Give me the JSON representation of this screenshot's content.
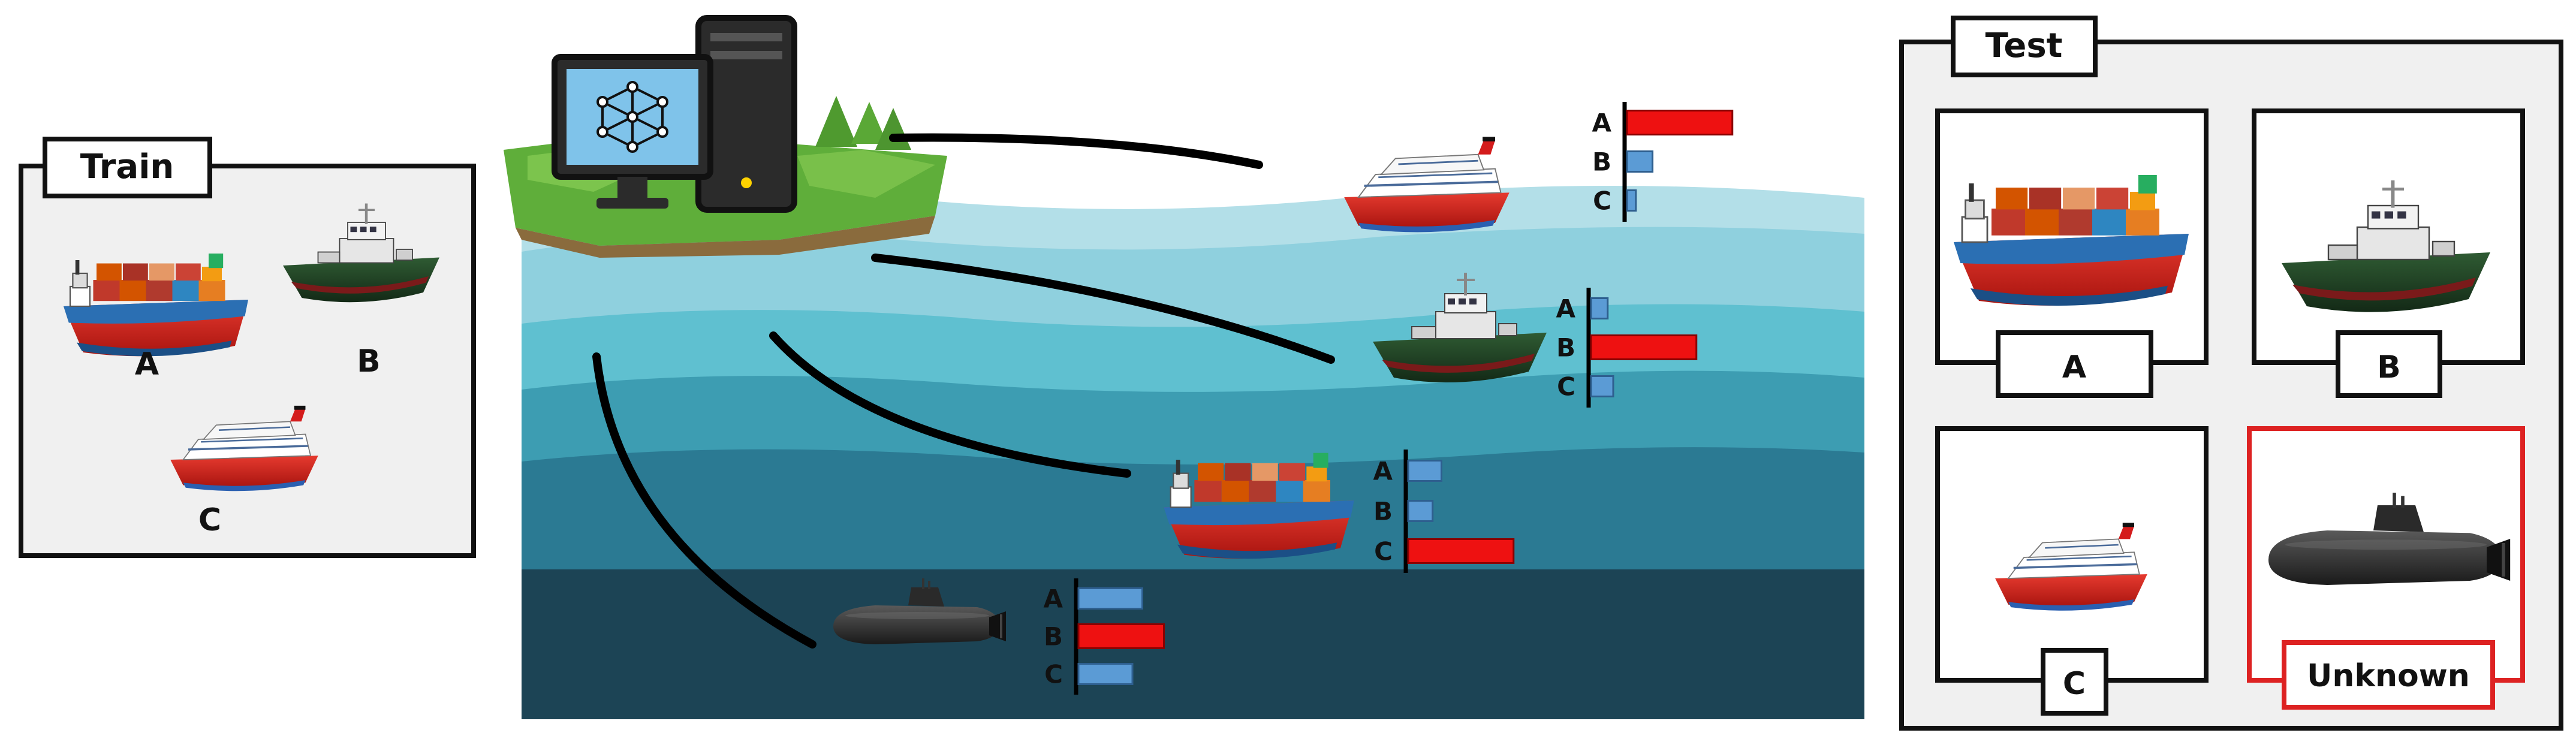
{
  "train": {
    "title": "Train",
    "labels": [
      "A",
      "B",
      "C"
    ]
  },
  "test": {
    "title": "Test",
    "labels": [
      "A",
      "B",
      "C",
      "Unknown"
    ]
  },
  "charts": [
    {
      "labels": [
        "A",
        "B",
        "C"
      ],
      "values": [
        0.95,
        0.23,
        0.08
      ],
      "highlight": 0
    },
    {
      "labels": [
        "A",
        "B",
        "C"
      ],
      "values": [
        0.15,
        0.95,
        0.2
      ],
      "highlight": 1
    },
    {
      "labels": [
        "A",
        "B",
        "C"
      ],
      "values": [
        0.3,
        0.22,
        0.95
      ],
      "highlight": 2
    },
    {
      "labels": [
        "A",
        "B",
        "C"
      ],
      "values": [
        0.71,
        0.95,
        0.6
      ],
      "highlight": 1
    }
  ],
  "colors": {
    "highlight_bar": "#ee1111",
    "normal_bar": "#5b9bd5",
    "unknown_frame": "#dd2222",
    "panel_bg": "#f0f0f0"
  },
  "icons": [
    "computer-icon",
    "ai-network-icon",
    "island-icon",
    "container-ship-icon",
    "tugboat-icon",
    "cruise-ship-icon",
    "submarine-icon"
  ]
}
